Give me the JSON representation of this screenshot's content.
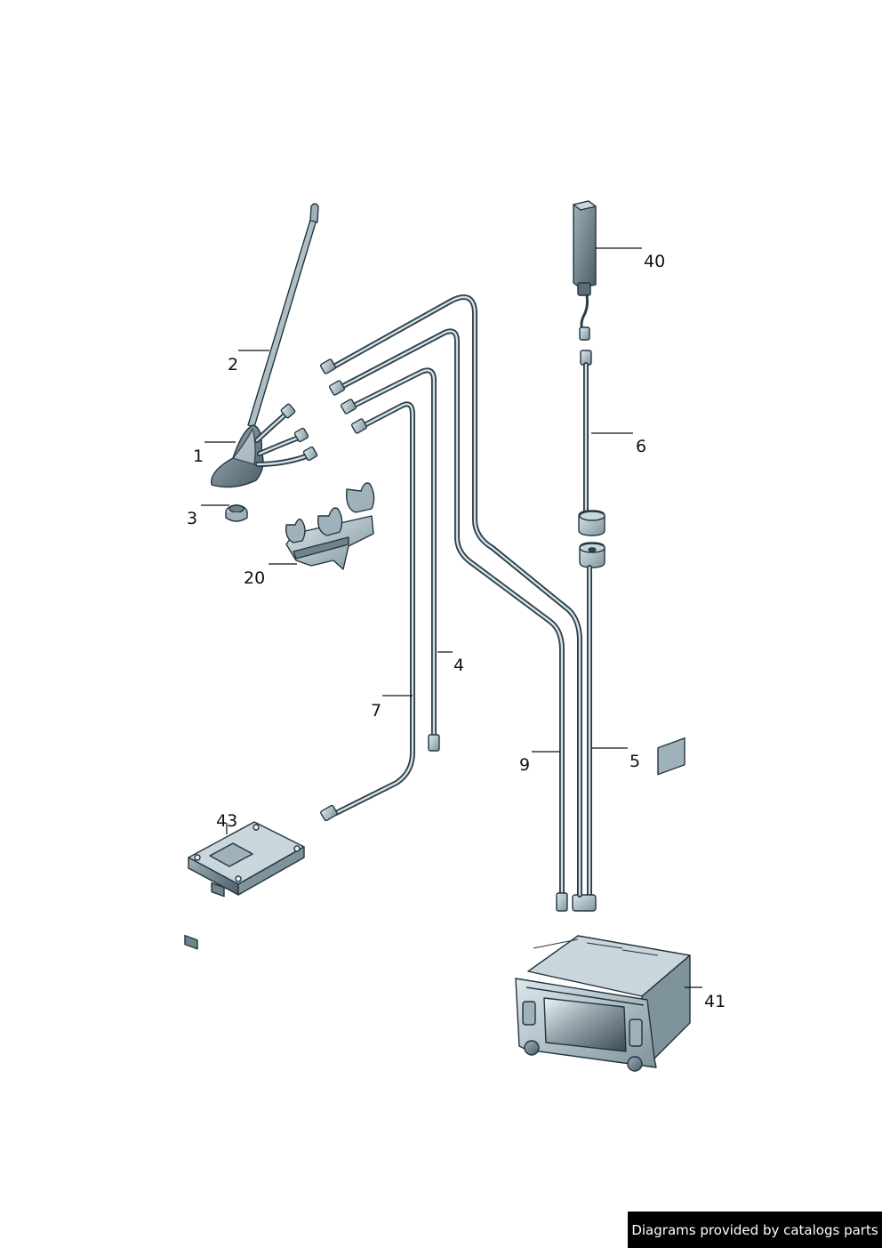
{
  "callouts": [
    {
      "id": "p1",
      "label": "1"
    },
    {
      "id": "p2",
      "label": "2"
    },
    {
      "id": "p3",
      "label": "3"
    },
    {
      "id": "p4",
      "label": "4"
    },
    {
      "id": "p5",
      "label": "5"
    },
    {
      "id": "p6",
      "label": "6"
    },
    {
      "id": "p7",
      "label": "7"
    },
    {
      "id": "p9",
      "label": "9"
    },
    {
      "id": "p20",
      "label": "20"
    },
    {
      "id": "p40",
      "label": "40"
    },
    {
      "id": "p41",
      "label": "41"
    },
    {
      "id": "p43",
      "label": "43"
    }
  ],
  "footer": {
    "credit": "Diagrams provided by catalogs parts"
  },
  "colors": {
    "part_fill": "#aebfc6",
    "part_stroke": "#24343f",
    "cable_core": "#cfe0e6",
    "footer_bg": "#000000"
  }
}
